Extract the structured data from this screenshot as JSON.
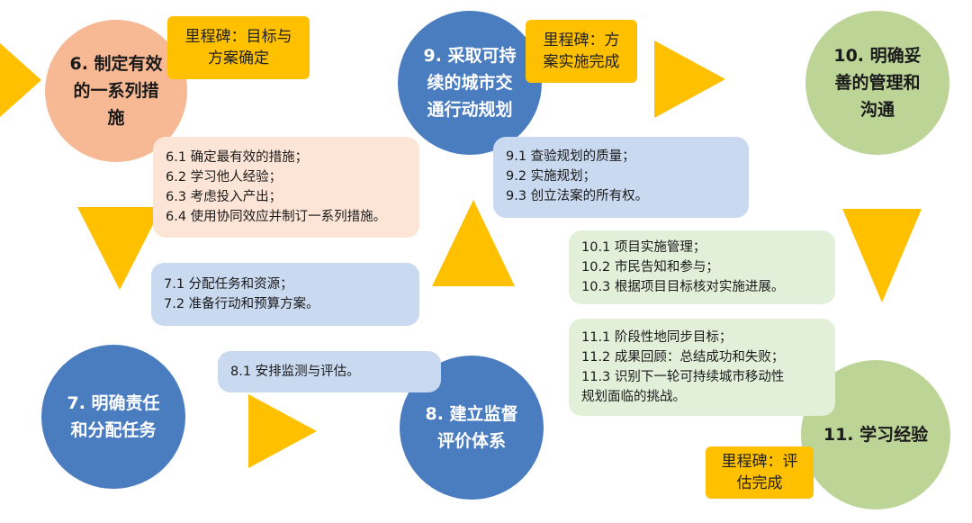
{
  "colors": {
    "arrow": "#FFC000",
    "orange_circle": "#F7B993",
    "blue_circle": "#4A7CC0",
    "green_circle": "#BDD497",
    "orange_panel": "#FCE4D6",
    "blue_panel": "#C9D9F0",
    "green_panel": "#E2EFD9",
    "milestone": "#FFC000"
  },
  "steps": {
    "s6": "6. 制定有效\n的一系列措\n施",
    "s7": "7. 明确责任\n和分配任务",
    "s8": "8. 建立监督\n评价体系",
    "s9": "9. 采取可持\n续的城市交\n通行动规划",
    "s10": "10. 明确妥\n善的管理和\n沟通",
    "s11": "11. 学习经验"
  },
  "milestones": {
    "m1": "里程碑：目标与\n方案确定",
    "m2": "里程碑：方\n案实施完成",
    "m3": "里程碑：评\n估完成"
  },
  "panels": {
    "p6": [
      "6.1 确定最有效的措施；",
      "6.2 学习他人经验；",
      "6.3 考虑投入产出；",
      "6.4 使用协同效应并制订一系列措施。"
    ],
    "p7": [
      "7.1 分配任务和资源；",
      "7.2 准备行动和预算方案。"
    ],
    "p8": [
      "8.1 安排监测与评估。"
    ],
    "p9": [
      "9.1 查验规划的质量；",
      "9.2 实施规划；",
      "9.3 创立法案的所有权。"
    ],
    "p10": [
      "10.1 项目实施管理；",
      "10.2 市民告知和参与；",
      "10.3 根据项目目标核对实施进展。"
    ],
    "p11": [
      "11.1 阶段性地同步目标；",
      "11.2 成果回顾：总结成功和失败；",
      "11.3 识别下一轮可持续城市移动性",
      "规划面临的挑战。"
    ]
  }
}
